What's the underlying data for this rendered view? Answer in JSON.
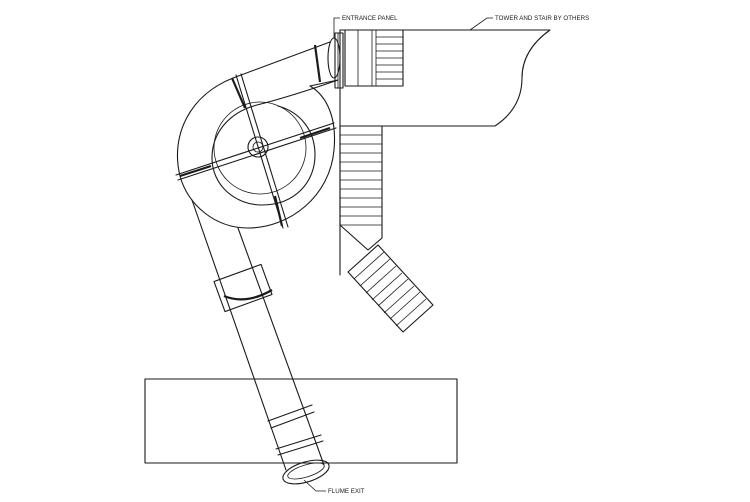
{
  "labels": {
    "entrance_panel": "ENTRANCE PANEL",
    "tower": "TOWER AND STAIR BY OTHERS",
    "flume_exit": "FLUME EXIT"
  }
}
